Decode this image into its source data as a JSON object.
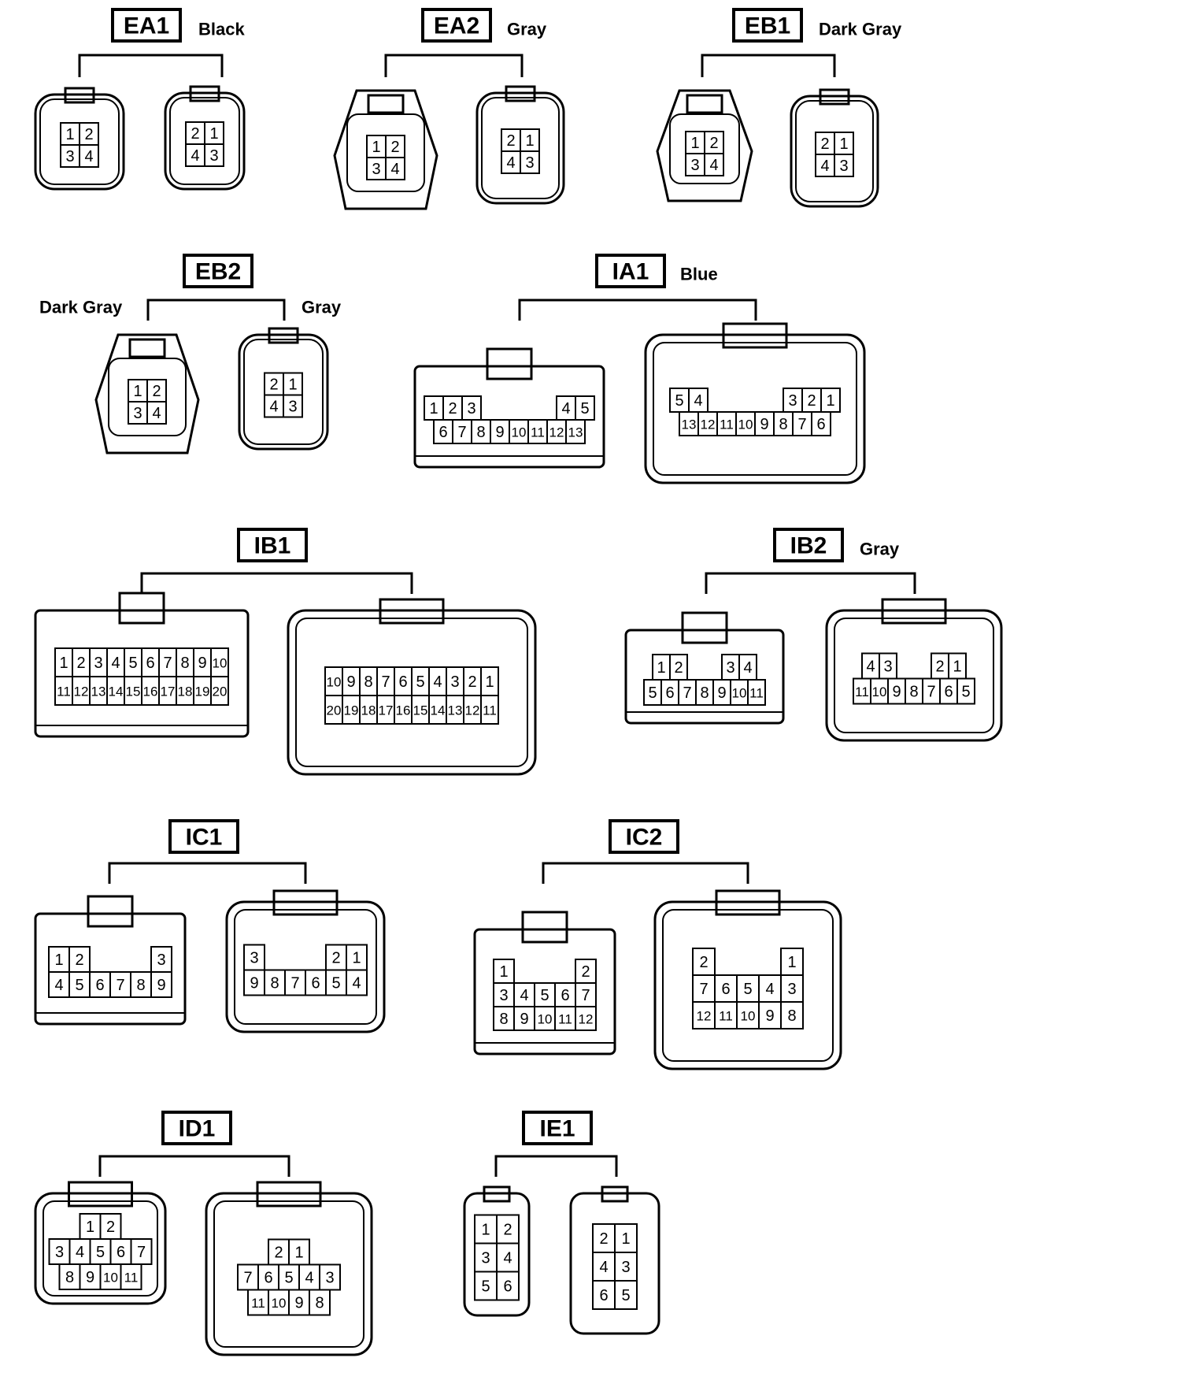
{
  "connectors": [
    {
      "code": "EA1",
      "color": "Black",
      "left": {
        "pins": [
          [
            "1",
            "2"
          ],
          [
            "3",
            "4"
          ]
        ]
      },
      "right": {
        "pins": [
          [
            "2",
            "1"
          ],
          [
            "4",
            "3"
          ]
        ]
      }
    },
    {
      "code": "EA2",
      "color": "Gray",
      "left": {
        "pins": [
          [
            "1",
            "2"
          ],
          [
            "3",
            "4"
          ]
        ]
      },
      "right": {
        "pins": [
          [
            "2",
            "1"
          ],
          [
            "4",
            "3"
          ]
        ]
      }
    },
    {
      "code": "EB1",
      "color": "Dark Gray",
      "left": {
        "pins": [
          [
            "1",
            "2"
          ],
          [
            "3",
            "4"
          ]
        ]
      },
      "right": {
        "pins": [
          [
            "2",
            "1"
          ],
          [
            "4",
            "3"
          ]
        ]
      }
    },
    {
      "code": "EB2",
      "left_color": "Dark Gray",
      "right_color": "Gray",
      "left": {
        "pins": [
          [
            "1",
            "2"
          ],
          [
            "3",
            "4"
          ]
        ]
      },
      "right": {
        "pins": [
          [
            "2",
            "1"
          ],
          [
            "4",
            "3"
          ]
        ]
      }
    },
    {
      "code": "IA1",
      "color": "Blue",
      "left": {
        "pins": [
          [
            "1",
            "2",
            "3",
            "",
            "",
            "",
            "",
            "4",
            "5"
          ],
          [
            "6",
            "7",
            "8",
            "9",
            "10",
            "11",
            "12",
            "13"
          ]
        ]
      },
      "right": {
        "pins": [
          [
            "5",
            "4",
            "",
            "",
            "",
            "",
            "3",
            "2",
            "1"
          ],
          [
            "13",
            "12",
            "11",
            "10",
            "9",
            "8",
            "7",
            "6"
          ]
        ]
      }
    },
    {
      "code": "IB1",
      "left": {
        "pins": [
          [
            "1",
            "2",
            "3",
            "4",
            "5",
            "6",
            "7",
            "8",
            "9",
            "10"
          ],
          [
            "11",
            "12",
            "13",
            "14",
            "15",
            "16",
            "17",
            "18",
            "19",
            "20"
          ]
        ]
      },
      "right": {
        "pins": [
          [
            "10",
            "9",
            "8",
            "7",
            "6",
            "5",
            "4",
            "3",
            "2",
            "1"
          ],
          [
            "20",
            "19",
            "18",
            "17",
            "16",
            "15",
            "14",
            "13",
            "12",
            "11"
          ]
        ]
      }
    },
    {
      "code": "IB2",
      "color": "Gray",
      "left": {
        "pins": [
          [
            "1",
            "2",
            "",
            "",
            "3",
            "4"
          ],
          [
            "5",
            "6",
            "7",
            "8",
            "9",
            "10",
            "11"
          ]
        ]
      },
      "right": {
        "pins": [
          [
            "4",
            "3",
            "",
            "",
            "2",
            "1"
          ],
          [
            "11",
            "10",
            "9",
            "8",
            "7",
            "6",
            "5"
          ]
        ]
      }
    },
    {
      "code": "IC1",
      "left": {
        "pins": [
          [
            "1",
            "2",
            "",
            "",
            "",
            "3"
          ],
          [
            "4",
            "5",
            "6",
            "7",
            "8",
            "9"
          ]
        ]
      },
      "right": {
        "pins": [
          [
            "3",
            "",
            "",
            "",
            "2",
            "1"
          ],
          [
            "9",
            "8",
            "7",
            "6",
            "5",
            "4"
          ]
        ]
      }
    },
    {
      "code": "IC2",
      "left": {
        "pins": [
          [
            "1",
            "",
            "",
            "",
            "2"
          ],
          [
            "3",
            "4",
            "5",
            "6",
            "7"
          ],
          [
            "8",
            "9",
            "10",
            "11",
            "12"
          ]
        ]
      },
      "right": {
        "pins": [
          [
            "2",
            "",
            "",
            "",
            "1"
          ],
          [
            "7",
            "6",
            "5",
            "4",
            "3"
          ],
          [
            "12",
            "11",
            "10",
            "9",
            "8"
          ]
        ]
      }
    },
    {
      "code": "ID1",
      "left": {
        "pins": [
          [
            "1",
            "2"
          ],
          [
            "3",
            "4",
            "5",
            "6",
            "7"
          ],
          [
            "8",
            "9",
            "10",
            "11"
          ]
        ]
      },
      "right": {
        "pins": [
          [
            "2",
            "1"
          ],
          [
            "7",
            "6",
            "5",
            "4",
            "3"
          ],
          [
            "11",
            "10",
            "9",
            "8"
          ]
        ]
      }
    },
    {
      "code": "IE1",
      "left": {
        "pins": [
          [
            "1",
            "2"
          ],
          [
            "3",
            "4"
          ],
          [
            "5",
            "6"
          ]
        ]
      },
      "right": {
        "pins": [
          [
            "2",
            "1"
          ],
          [
            "4",
            "3"
          ],
          [
            "6",
            "5"
          ]
        ]
      }
    }
  ]
}
